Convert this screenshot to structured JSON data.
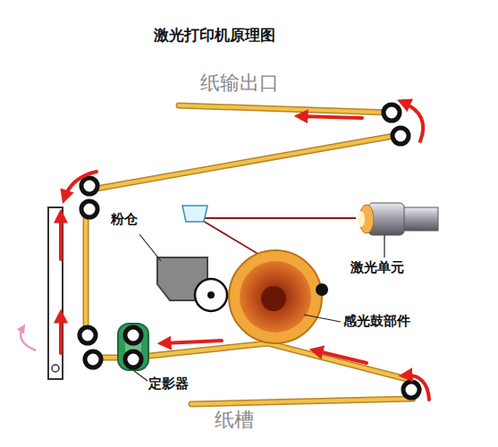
{
  "diagram": {
    "title": "激光打印机原理图",
    "labels": [
      "纸输出口",
      "粉仓",
      "激光单元",
      "感光鼓部件",
      "定影器",
      "纸槽"
    ]
  }
}
